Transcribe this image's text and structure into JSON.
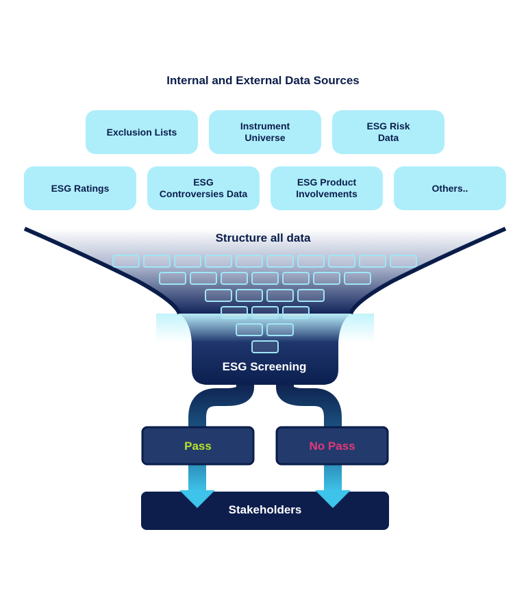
{
  "diagram": {
    "title": "Internal and External Data Sources",
    "sources_row1": [
      "Exclusion Lists",
      "Instrument\nUniverse",
      "ESG Risk\nData"
    ],
    "sources_row2": [
      "ESG Ratings",
      "ESG\nControversies Data",
      "ESG Product\nInvolvements",
      "Others.."
    ],
    "funnel_label": "Structure all data",
    "screening_label": "ESG Screening",
    "pass_label": "Pass",
    "no_pass_label": "No Pass",
    "stakeholders_label": "Stakeholders"
  },
  "colors": {
    "navy": "#0a1d4a",
    "source_box": "#aeeefb",
    "pass": "#b6e22a",
    "no_pass": "#e2397a",
    "arrow": "#3ec3ea"
  }
}
